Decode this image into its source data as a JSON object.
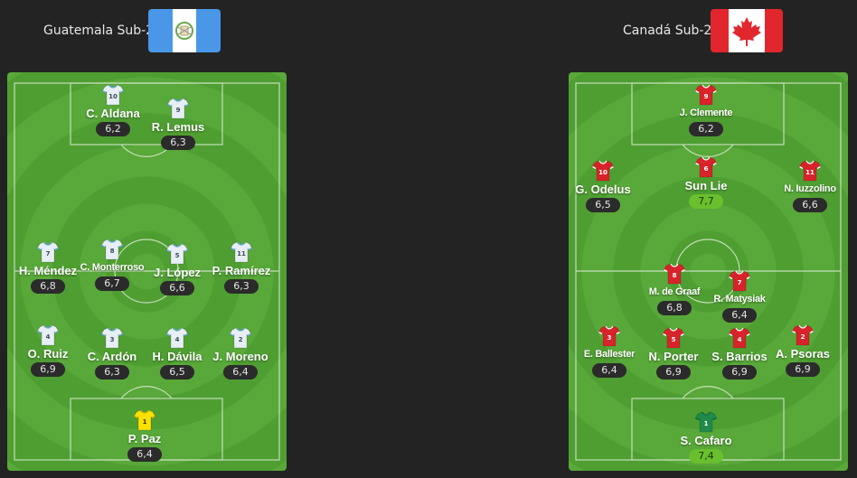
{
  "home": {
    "name": "Guatemala Sub-20",
    "colors": {
      "shirt": "#e8eef5",
      "trim": "#5fa8dc",
      "keeper": "#ffe000"
    },
    "players": [
      {
        "number": "10",
        "name": "C. Aldana",
        "rating": "6,2",
        "small": false,
        "keeper": false,
        "high": false
      },
      {
        "number": "9",
        "name": "R. Lemus",
        "rating": "6,3",
        "small": false,
        "keeper": false,
        "high": false
      },
      {
        "number": "7",
        "name": "H. Méndez",
        "rating": "6,8",
        "small": false,
        "keeper": false,
        "high": false
      },
      {
        "number": "8",
        "name": "C. Monterroso",
        "rating": "6,7",
        "small": true,
        "keeper": false,
        "high": false
      },
      {
        "number": "5",
        "name": "J. López",
        "rating": "6,6",
        "small": false,
        "keeper": false,
        "high": false
      },
      {
        "number": "11",
        "name": "P. Ramírez",
        "rating": "6,3",
        "small": false,
        "keeper": false,
        "high": false
      },
      {
        "number": "4",
        "name": "O. Ruiz",
        "rating": "6,9",
        "small": false,
        "keeper": false,
        "high": false
      },
      {
        "number": "3",
        "name": "C. Ardón",
        "rating": "6,3",
        "small": false,
        "keeper": false,
        "high": false
      },
      {
        "number": "4",
        "name": "H. Dávila",
        "rating": "6,5",
        "small": false,
        "keeper": false,
        "high": false
      },
      {
        "number": "2",
        "name": "J. Moreno",
        "rating": "6,4",
        "small": false,
        "keeper": false,
        "high": false
      },
      {
        "number": "1",
        "name": "P. Paz",
        "rating": "6,4",
        "small": false,
        "keeper": true,
        "high": false
      }
    ]
  },
  "away": {
    "name": "Canadá Sub-20",
    "colors": {
      "shirt": "#d8232a",
      "trim": "#ffffff",
      "keeper": "#1f8a4a"
    },
    "players": [
      {
        "number": "9",
        "name": "J. Clemente",
        "rating": "6,2",
        "small": true,
        "keeper": false,
        "high": false
      },
      {
        "number": "10",
        "name": "G. Odelus",
        "rating": "6,5",
        "small": false,
        "keeper": false,
        "high": false
      },
      {
        "number": "6",
        "name": "Sun Lie",
        "rating": "7,7",
        "small": false,
        "keeper": false,
        "high": true
      },
      {
        "number": "11",
        "name": "N. Iuzzolino",
        "rating": "6,6",
        "small": true,
        "keeper": false,
        "high": false
      },
      {
        "number": "8",
        "name": "M. de Graaf",
        "rating": "6,8",
        "small": true,
        "keeper": false,
        "high": false
      },
      {
        "number": "7",
        "name": "R. Matysiak",
        "rating": "6,4",
        "small": true,
        "keeper": false,
        "high": false
      },
      {
        "number": "3",
        "name": "E. Ballester",
        "rating": "6,4",
        "small": true,
        "keeper": false,
        "high": false
      },
      {
        "number": "5",
        "name": "N. Porter",
        "rating": "6,9",
        "small": false,
        "keeper": false,
        "high": false
      },
      {
        "number": "4",
        "name": "S. Barrios",
        "rating": "6,9",
        "small": false,
        "keeper": false,
        "high": false
      },
      {
        "number": "2",
        "name": "A. Psoras",
        "rating": "6,9",
        "small": false,
        "keeper": false,
        "high": false
      },
      {
        "number": "1",
        "name": "S. Cafaro",
        "rating": "7,4",
        "small": false,
        "keeper": true,
        "high": true
      }
    ]
  }
}
